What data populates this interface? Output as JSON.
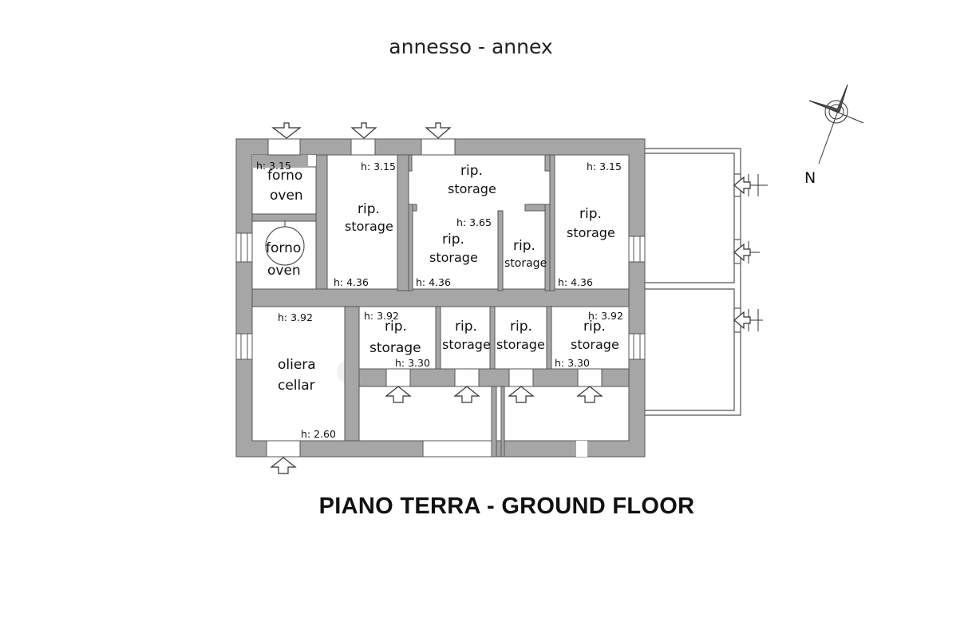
{
  "titles": {
    "annex": "annesso - annex",
    "floor": "PIANO TERRA - GROUND FLOOR",
    "north": "N"
  },
  "rooms": {
    "oven_top": {
      "it": "forno",
      "en": "oven",
      "h": "h: 3.15"
    },
    "oven_round": {
      "it": "forno",
      "en": "oven"
    },
    "storage_nw": {
      "it": "rip.",
      "en": "storage",
      "h1": "h: 3.15",
      "h2": "h: 4.36"
    },
    "storage_n": {
      "it": "rip.",
      "en": "storage"
    },
    "storage_c": {
      "it": "rip.",
      "en": "storage",
      "h1": "h: 3.65",
      "h2": "h: 4.36"
    },
    "storage_cs": {
      "it": "rip.",
      "en": "storage"
    },
    "storage_ne": {
      "it": "rip.",
      "en": "storage",
      "h1": "h: 3.15",
      "h2": "h: 4.36"
    },
    "cellar": {
      "it": "oliera",
      "en": "cellar",
      "h1": "h: 3.92",
      "h2": "h: 2.60"
    },
    "storage_s1": {
      "it": "rip.",
      "en": "storage",
      "h1": "h: 3.92",
      "h2": "h: 3.30"
    },
    "storage_s2": {
      "it": "rip.",
      "en": "storage"
    },
    "storage_s3": {
      "it": "rip.",
      "en": "storage"
    },
    "storage_s4": {
      "it": "rip.",
      "en": "storage",
      "h1": "h: 3.92",
      "h2": "h: 3.30"
    }
  }
}
